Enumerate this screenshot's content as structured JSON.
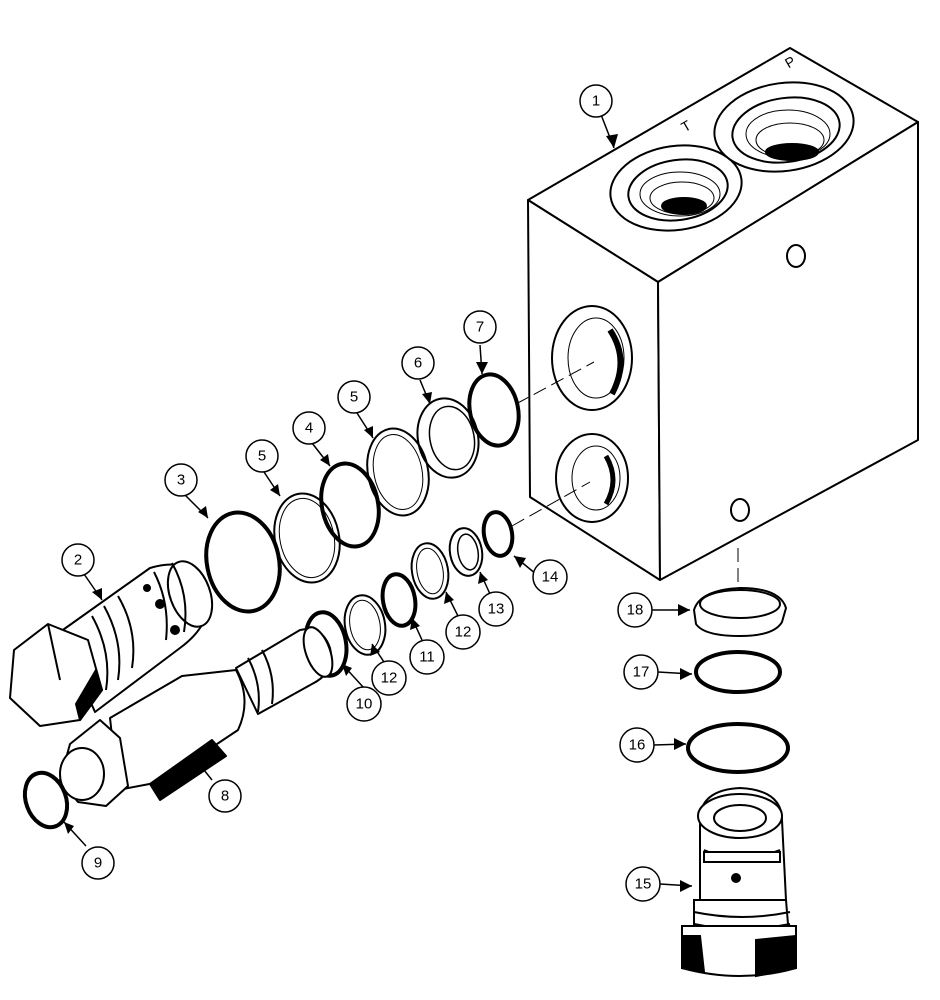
{
  "port_labels": {
    "tank": "T",
    "pressure": "P"
  },
  "callouts": [
    {
      "id": "1",
      "text": "1"
    },
    {
      "id": "2",
      "text": "2"
    },
    {
      "id": "3",
      "text": "3"
    },
    {
      "id": "4",
      "text": "4"
    },
    {
      "id": "5a",
      "text": "5"
    },
    {
      "id": "5b",
      "text": "5"
    },
    {
      "id": "6",
      "text": "6"
    },
    {
      "id": "7",
      "text": "7"
    },
    {
      "id": "8",
      "text": "8"
    },
    {
      "id": "9",
      "text": "9"
    },
    {
      "id": "10",
      "text": "10"
    },
    {
      "id": "11",
      "text": "11"
    },
    {
      "id": "12a",
      "text": "12"
    },
    {
      "id": "12b",
      "text": "12"
    },
    {
      "id": "13",
      "text": "13"
    },
    {
      "id": "14",
      "text": "14"
    },
    {
      "id": "15",
      "text": "15"
    },
    {
      "id": "16",
      "text": "16"
    },
    {
      "id": "17",
      "text": "17"
    },
    {
      "id": "18",
      "text": "18"
    }
  ]
}
